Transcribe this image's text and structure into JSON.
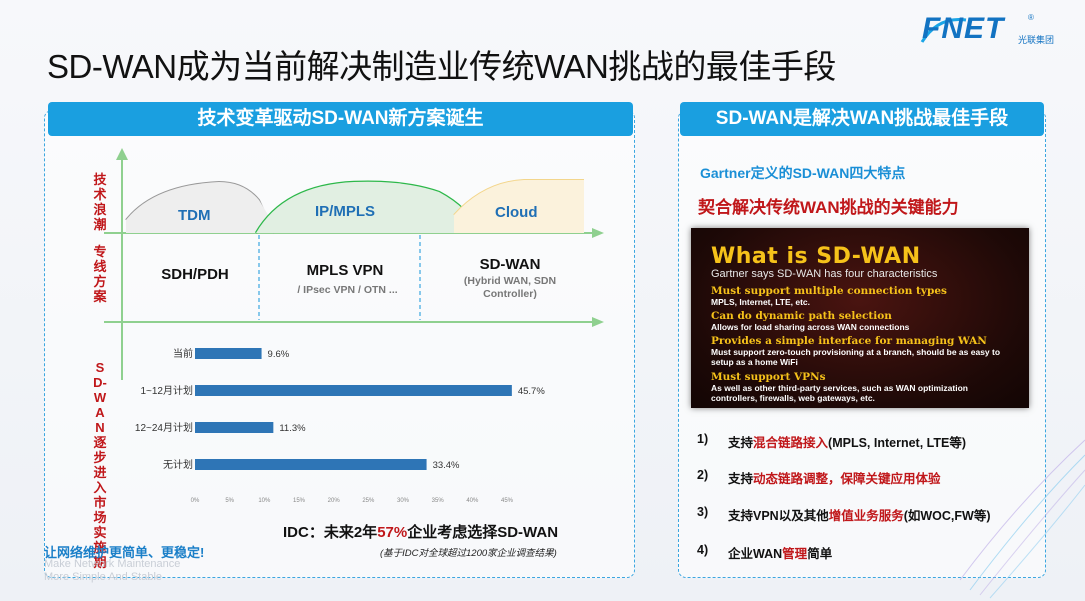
{
  "title": "SD-WAN成为当前解决制造业传统WAN挑战的最佳手段",
  "logo": {
    "text": "FNET",
    "reg": "®",
    "cn": "光联集团"
  },
  "left_panel": {
    "header": "技术变革驱动SD-WAN新方案诞生",
    "wave_label": "技术浪潮",
    "scheme_label": "专线方案",
    "market_label": "SD-WAN逐步进入市场实施期",
    "waves": [
      "TDM",
      "IP/MPLS",
      "Cloud"
    ],
    "schemes": [
      {
        "main": "SDH/PDH",
        "sub": ""
      },
      {
        "main": "MPLS VPN",
        "sub": "/ IPsec VPN / OTN ..."
      },
      {
        "main": "SD-WAN",
        "sub": "(Hybrid WAN, SDN Controller)"
      }
    ],
    "idc_prefix": "IDC：未来2年",
    "idc_pct": "57%",
    "idc_suffix": "企业考虑选择SD-WAN",
    "idc_note": "(基于IDC对全球超过1200家企业调查结果)"
  },
  "chart_data": {
    "type": "bar",
    "orientation": "horizontal",
    "categories": [
      "当前",
      "1~12月计划",
      "12~24月计划",
      "无计划"
    ],
    "values": [
      9.6,
      45.7,
      11.3,
      33.4
    ],
    "value_labels": [
      "9.6%",
      "45.7%",
      "11.3%",
      "33.4%"
    ],
    "xlim": [
      0,
      45
    ],
    "x_ticks": [
      "0%",
      "5%",
      "10%",
      "15%",
      "20%",
      "25%",
      "30%",
      "35%",
      "40%",
      "45%"
    ],
    "bar_color": "#2e75b6",
    "title": "",
    "xlabel": "",
    "ylabel": ""
  },
  "right_panel": {
    "header": "SD-WAN是解决WAN挑战最佳手段",
    "subtitle1": "Gartner定义的SD-WAN四大特点",
    "subtitle2": "契合解决传统WAN挑战的关键能力",
    "image": {
      "title": "What is SD-WAN",
      "subtitle": "Gartner says SD-WAN has four characteristics",
      "items": [
        {
          "head": "Must support multiple connection types",
          "desc": "MPLS, Internet, LTE, etc."
        },
        {
          "head": "Can do dynamic path selection",
          "desc": "Allows for load sharing across WAN connections"
        },
        {
          "head": "Provides a simple interface for managing WAN",
          "desc": "Must support zero-touch provisioning at a branch, should be as easy to setup as a home WiFi"
        },
        {
          "head": "Must support VPNs",
          "desc": "As well as other third-party services, such as WAN optimization controllers, firewalls, web gateways, etc."
        }
      ]
    },
    "capabilities": [
      {
        "num": "1)",
        "pre": "支持",
        "hl": "混合链路接入",
        "post": "(MPLS, Internet, LTE等)"
      },
      {
        "num": "2)",
        "pre": "支持",
        "hl": "动态链路调整，保障关键应用体验",
        "post": ""
      },
      {
        "num": "3)",
        "pre": "支持VPN以及其他",
        "hl": "增值业务服务",
        "post": "(如WOC,FW等)"
      },
      {
        "num": "4)",
        "pre": "企业WAN",
        "hl": "管理",
        "post": "简单"
      }
    ]
  },
  "slogan": {
    "cn": "让网络维护更简单、更稳定!",
    "en1": "Make Network Maintenance",
    "en2": "More Simple And Stable"
  },
  "colors": {
    "accent": "#1a9fe0",
    "highlight": "#c0171a",
    "bar": "#2e75b6",
    "green": "#2db84a"
  }
}
